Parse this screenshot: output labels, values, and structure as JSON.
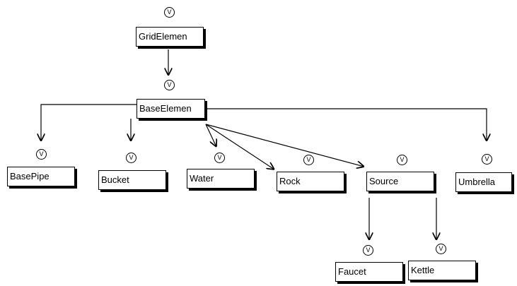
{
  "diagram": {
    "badge_label": "V",
    "nodes": {
      "grid_element": "GridElemen",
      "base_element": "BaseElemen",
      "base_pipe": "BasePipe",
      "bucket": "Bucket",
      "water": "Water",
      "rock": "Rock",
      "source": "Source",
      "umbrella": "Umbrella",
      "faucet": "Faucet",
      "kettle": "Kettle"
    },
    "edges": [
      {
        "from": "grid_element",
        "to": "base_element"
      },
      {
        "from": "base_element",
        "to": "base_pipe"
      },
      {
        "from": "base_element",
        "to": "bucket"
      },
      {
        "from": "base_element",
        "to": "water"
      },
      {
        "from": "base_element",
        "to": "rock"
      },
      {
        "from": "base_element",
        "to": "source"
      },
      {
        "from": "base_element",
        "to": "umbrella"
      },
      {
        "from": "source",
        "to": "faucet"
      },
      {
        "from": "source",
        "to": "kettle"
      }
    ]
  }
}
